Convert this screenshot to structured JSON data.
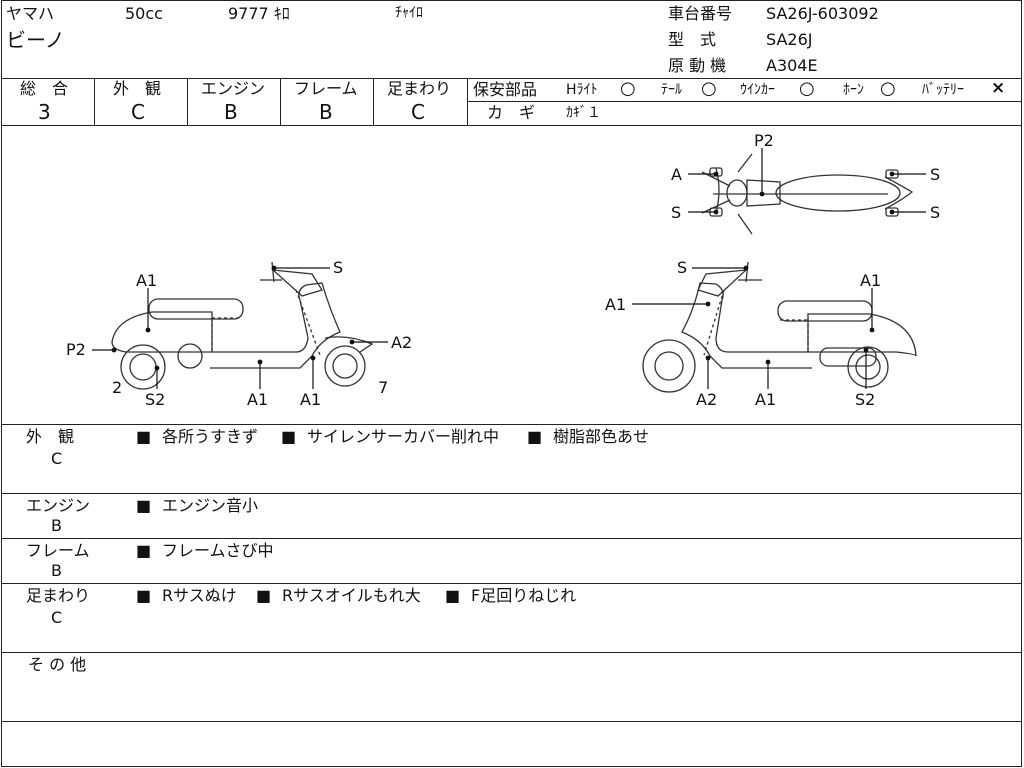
{
  "header": {
    "maker": "ヤマハ",
    "cc": "50cc",
    "mileage": "9777 ｷﾛ",
    "color": "ﾁｬｲﾛ",
    "model_name": "ビーノ",
    "frame_no_label": "車台番号",
    "frame_no": "SA26J-603092",
    "type_label": "型　式",
    "type_value": "SA26J",
    "engine_label": "原 動 機",
    "engine_value": "A304E"
  },
  "grades": [
    {
      "label": "総　合",
      "value": "3"
    },
    {
      "label": "外　観",
      "value": "C"
    },
    {
      "label": "エンジン",
      "value": "B"
    },
    {
      "label": "フレーム",
      "value": "B"
    },
    {
      "label": "足まわり",
      "value": "C"
    }
  ],
  "safety": {
    "title": "保安部品",
    "items": [
      {
        "label": "Hﾗｲﾄ",
        "mark": "○"
      },
      {
        "label": "ﾃｰﾙ",
        "mark": "○"
      },
      {
        "label": "ｳｲﾝｶｰ",
        "mark": "○"
      },
      {
        "label": "ﾎｰﾝ",
        "mark": "○"
      },
      {
        "label": "ﾊﾞｯﾃﾘｰ",
        "mark": "×"
      }
    ],
    "key_label": "カ　ギ",
    "key_value": "ｶｷﾞ１"
  },
  "diagram": {
    "top_view": {
      "p2": "P2",
      "a": "A",
      "s_front_top": "S",
      "s_front_bottom": "S",
      "s_rear_top": "S",
      "s_rear_bottom": "S"
    },
    "left_view": {
      "s": "S",
      "a1_seat": "A1",
      "p2": "P2",
      "a2": "A2",
      "n2": "2",
      "s2": "S2",
      "a1_floor": "A1",
      "a1_leg": "A1",
      "n7": "7"
    },
    "right_view": {
      "s": "S",
      "a1_leg": "A1",
      "a1_seat": "A1",
      "a2": "A2",
      "a1_floor": "A1",
      "s2": "S2"
    }
  },
  "notes": [
    {
      "label": "外　観",
      "grade": "C",
      "items": [
        "各所うすきず",
        "サイレンサーカバー削れ中",
        "樹脂部色あせ"
      ]
    },
    {
      "label": "エンジン",
      "grade": "B",
      "items": [
        "エンジン音小"
      ]
    },
    {
      "label": "フレーム",
      "grade": "B",
      "items": [
        "フレームさび中"
      ]
    },
    {
      "label": "足まわり",
      "grade": "C",
      "items": [
        "Rサスぬけ",
        "Rサスオイルもれ大",
        "F足回りねじれ"
      ]
    },
    {
      "label": "そ の 他",
      "grade": "",
      "items": []
    }
  ]
}
